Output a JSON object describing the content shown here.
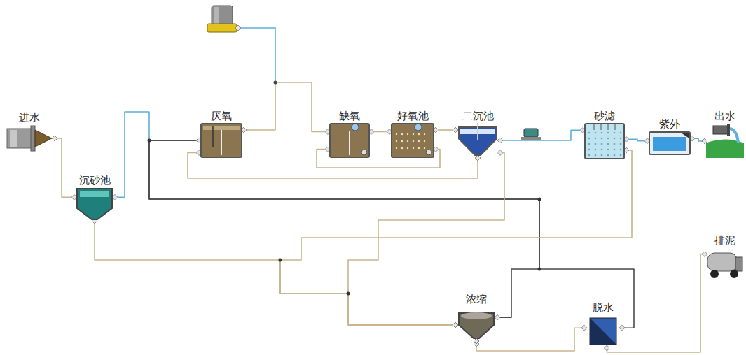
{
  "diagram": {
    "nodes": [
      {
        "text": [
          "进水"
        ]
      },
      {
        "text": [
          "沉砂池"
        ]
      },
      {
        "text": [
          "厌氧"
        ]
      },
      {
        "text": [
          "缺氧"
        ]
      },
      {
        "text": [
          "好氧池"
        ]
      },
      {
        "text": [
          "二沉池"
        ]
      },
      {
        "text": [
          "砂滤"
        ]
      },
      {
        "text": [
          "紫外"
        ]
      },
      {
        "text": [
          "出水"
        ]
      },
      {
        "text": [
          "浓缩"
        ]
      },
      {
        "text": [
          "脱水"
        ]
      },
      {
        "text": [
          "排泥"
        ]
      }
    ],
    "edges": [
      {
        "from": 0,
        "to": 1,
        "arrow": "none"
      },
      {
        "from": 1,
        "to": 2,
        "arrow": "none"
      },
      {
        "from": 9,
        "to": 2,
        "arrow": "none"
      },
      {
        "from": 10,
        "to": 2,
        "arrow": "none"
      },
      {
        "from": 2,
        "to": 3,
        "arrow": "none"
      },
      {
        "from": 3,
        "to": 4,
        "arrow": "none"
      },
      {
        "from": 4,
        "to": 3,
        "arrow": "none"
      },
      {
        "from": 4,
        "to": 5,
        "arrow": "none"
      },
      {
        "from": 5,
        "to": 2,
        "arrow": "none"
      },
      {
        "from": 5,
        "to": 6,
        "arrow": "none"
      },
      {
        "from": 5,
        "to": 9,
        "arrow": "none"
      },
      {
        "from": 1,
        "to": 9,
        "arrow": "none"
      },
      {
        "from": 6,
        "to": 9,
        "arrow": "none"
      },
      {
        "from": 9,
        "to": 10,
        "arrow": "none"
      },
      {
        "from": 10,
        "to": 11,
        "arrow": "none"
      },
      {
        "from": 6,
        "to": 7,
        "arrow": "none"
      },
      {
        "from": 7,
        "to": 8,
        "arrow": "none"
      }
    ]
  }
}
